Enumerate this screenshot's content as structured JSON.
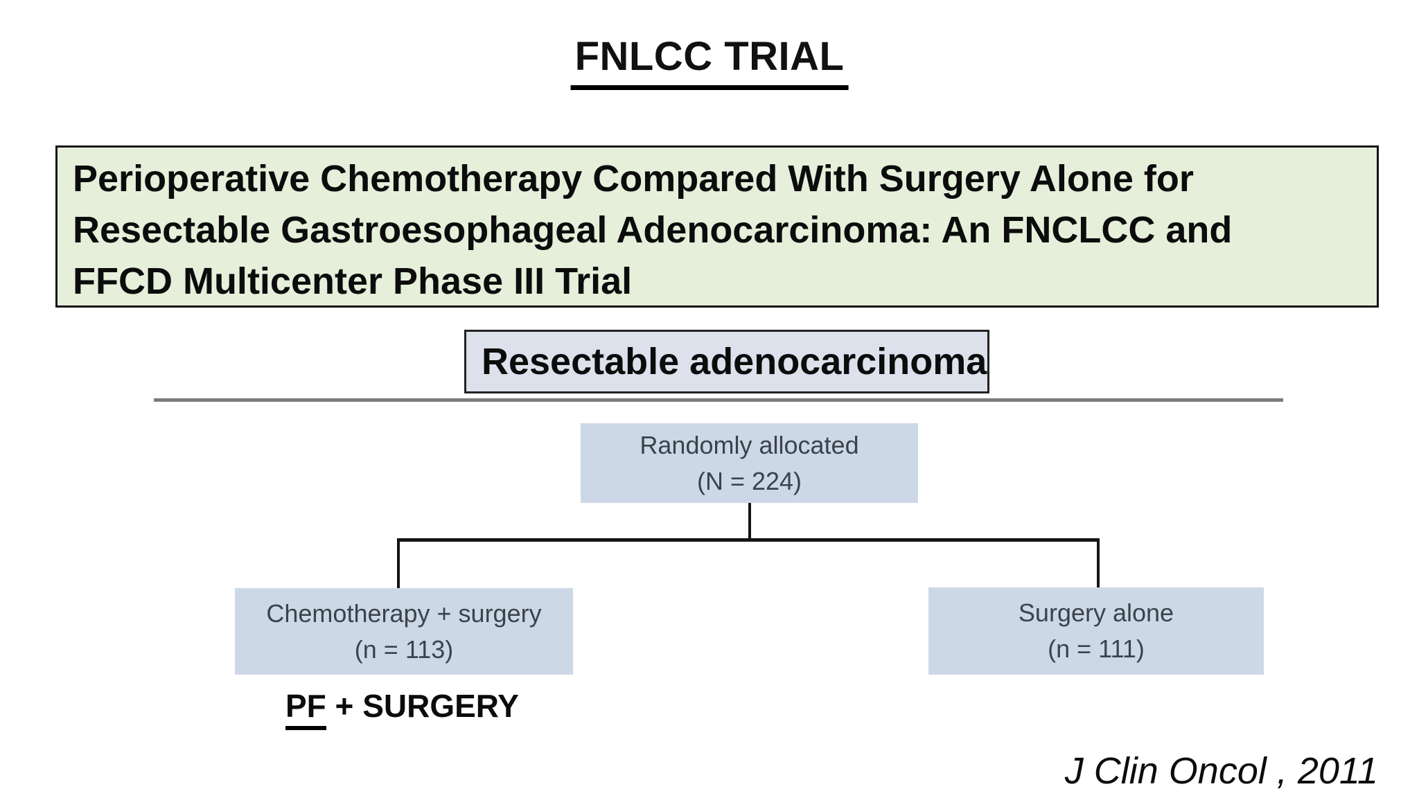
{
  "slide": {
    "title": "FNLCC TRIAL",
    "paper_title_lines": [
      "Perioperative Chemotherapy Compared With Surgery Alone for",
      "Resectable Gastroesophageal Adenocarcinoma: An FNCLCC and",
      "FFCD Multicenter Phase III Trial"
    ],
    "population_label": "Resectable adenocarcinoma",
    "pf_underlined": "PF",
    "pf_rest": " + SURGERY",
    "citation": "J Clin Oncol , 2011"
  },
  "flowchart": {
    "root": {
      "line1": "Randomly allocated",
      "line2": "(N = 224)"
    },
    "left": {
      "line1": "Chemotherapy + surgery",
      "line2": "(n = 113)"
    },
    "right": {
      "line1": "Surgery alone",
      "line2": "(n = 111)"
    }
  },
  "colors": {
    "paper_box_fill": "#e5efda",
    "population_box_fill": "#dce1eb",
    "flow_box_fill": "#cdd8e7",
    "flow_text": "#3a434b",
    "divider_gray": "#7b7b7b",
    "line_black": "#141414"
  }
}
